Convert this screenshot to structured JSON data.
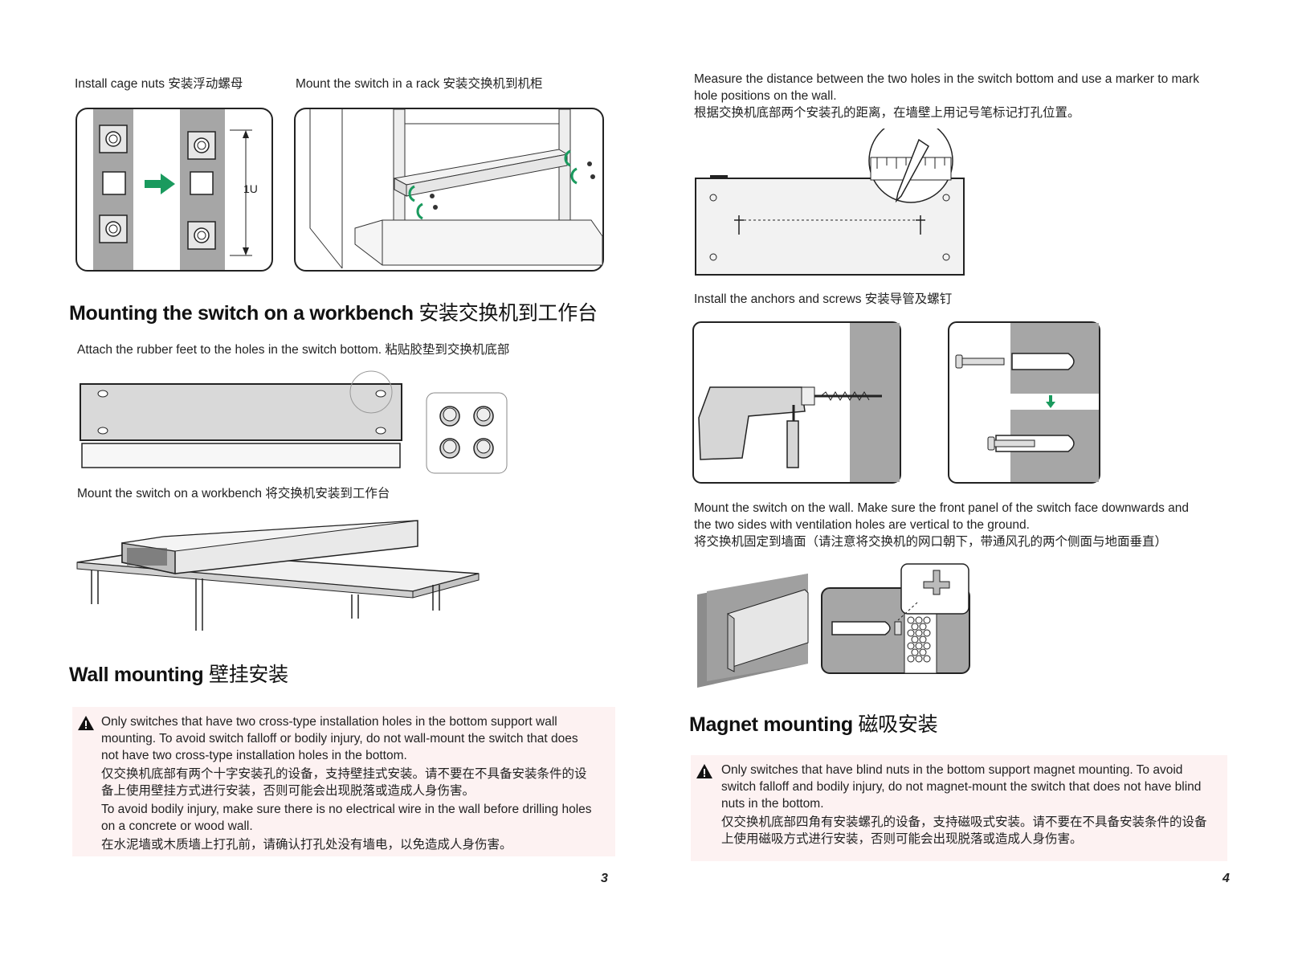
{
  "left": {
    "cap_cage_nuts": "Install cage nuts 安装浮动螺母",
    "cap_rack": "Mount the switch in a rack 安装交换机到机柜",
    "label_1u": "1U",
    "h_workbench_en": "Mounting the switch on a workbench",
    "h_workbench_zh": "安装交换机到工作台",
    "cap_feet": "Attach the rubber feet to the holes in the switch bottom. 粘贴胶垫到交换机底部",
    "cap_workbench": "Mount the switch on a workbench 将交换机安装到工作台",
    "h_wall_en": "Wall mounting",
    "h_wall_zh": "壁挂安装",
    "warn_lines": [
      "Only switches that have two cross-type installation holes in the bottom support wall",
      "mounting. To avoid switch falloff or bodily injury, do not wall-mount the switch that does",
      "not have two cross-type installation holes in the bottom.",
      "仅交换机底部有两个十字安装孔的设备，支持壁挂式安装。请不要在不具备安装条件的设",
      "备上使用壁挂方式进行安装，否则可能会出现脱落或造成人身伤害。",
      "To avoid bodily injury, make sure there is no electrical wire in the wall before drilling holes",
      "on a concrete or wood wall.",
      "在水泥墙或木质墙上打孔前，请确认打孔处没有墙电，以免造成人身伤害。"
    ],
    "page_number": "3"
  },
  "right": {
    "cap_measure_lines": [
      "Measure the distance between the two holes in the switch bottom and use a marker to mark",
      "hole positions on the wall.",
      "根据交换机底部两个安装孔的距离，在墙壁上用记号笔标记打孔位置。"
    ],
    "cap_anchors": "Install the anchors and screws 安装导管及螺钉",
    "cap_wall_lines": [
      "Mount the switch on the wall. Make sure the front panel of the switch face downwards and",
      "the two sides with ventilation holes are vertical to the ground.",
      "将交换机固定到墙面（请注意将交换机的网口朝下，带通风孔的两个侧面与地面垂直）"
    ],
    "h_magnet_en": "Magnet mounting",
    "h_magnet_zh": "磁吸安装",
    "warn_lines": [
      "Only switches that have blind nuts in the bottom support magnet mounting. To avoid",
      "switch falloff and bodily injury, do not magnet-mount the switch that does not have blind",
      "nuts in the bottom.",
      "仅交换机底部四角有安装螺孔的设备，支持磁吸式安装。请不要在不具备安装条件的设备",
      "上使用磁吸方式进行安装，否则可能会出现脱落或造成人身伤害。"
    ],
    "page_number": "4"
  },
  "colors": {
    "accent_green": "#1a9a5e",
    "warning_bg": "#fdf2f2",
    "wall_gray": "#a6a6a6"
  }
}
